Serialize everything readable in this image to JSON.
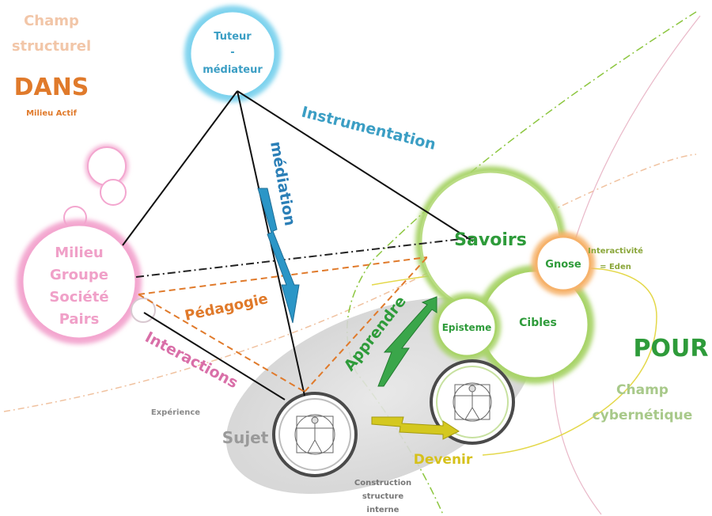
{
  "top_left": {
    "line1": "Champ",
    "line2": "structurel",
    "dans": "DANS",
    "milieu_actif": "Milieu Actif"
  },
  "tuteur": {
    "line1": "Tuteur",
    "line2": "-",
    "line3": "médiateur"
  },
  "milieu": {
    "line1": "Milieu",
    "line2": "Groupe",
    "line3": "Société",
    "line4": "Pairs"
  },
  "savoirs": "Savoirs",
  "gnose": "Gnose",
  "interactivite": {
    "line1": "Interactivité",
    "line2": "= Eden"
  },
  "episteme": "Episteme",
  "cibles": "Cibles",
  "pour": "POUR",
  "champ_cyber": {
    "line1": "Champ",
    "line2": "cybernétique"
  },
  "edges": {
    "instrumentation": "Instrumentation",
    "mediation": "médiation",
    "pedagogie": "Pédagogie",
    "interactions": "Interactions",
    "apprendre": "Apprendre",
    "devenir": "Devenir"
  },
  "sujet": "Sujet",
  "experience": "Expérience",
  "construction": {
    "line1": "Construction",
    "line2": "structure",
    "line3": "interne"
  },
  "colors": {
    "tuteur_ring": "#7fd3ee",
    "milieu_ring": "#f3a6cf",
    "green_ring": "#a9d46a",
    "gnose_ring": "#f6b26b",
    "orange": "#e07a2b",
    "teal": "#3b9ec4",
    "pink": "#d96fa8",
    "green_text": "#2e9b3a",
    "olive": "#8aa63a",
    "yellow": "#d6c11b",
    "gray": "#9a9a9a"
  }
}
